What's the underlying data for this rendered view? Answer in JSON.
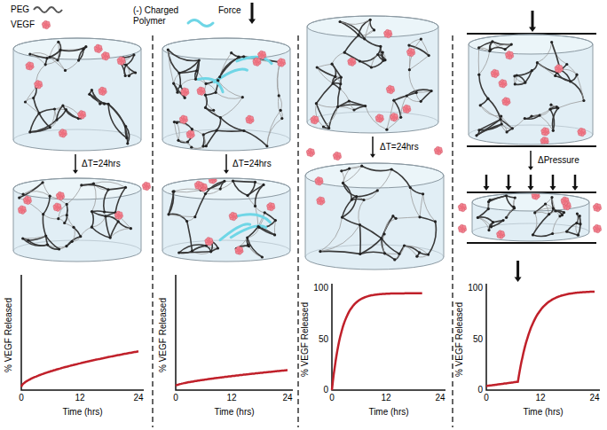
{
  "diagram": {
    "labels": [
      "ΔT=24hrs",
      "ΔT=24hrs",
      "ΔT=24hrs",
      "ΔPressure",
      "% VEGF Released",
      "0",
      "12",
      "24",
      "Time (hrs)",
      "% VEGF Released",
      "0",
      "12",
      "24",
      "Time (hrs)",
      "% VEGF Released",
      "100",
      "50",
      "0",
      "0",
      "12",
      "24",
      "Time (hrs)",
      "% VEGF Released",
      "100",
      "50",
      "0",
      "0",
      "12",
      "24",
      "Time (hrs)"
    ],
    "legend": [
      {
        "text": "PEG"
      },
      {
        "text": "VEGF"
      },
      {
        "text": "(-) Charged Polymer"
      },
      {
        "text": "Force"
      }
    ]
  }
}
